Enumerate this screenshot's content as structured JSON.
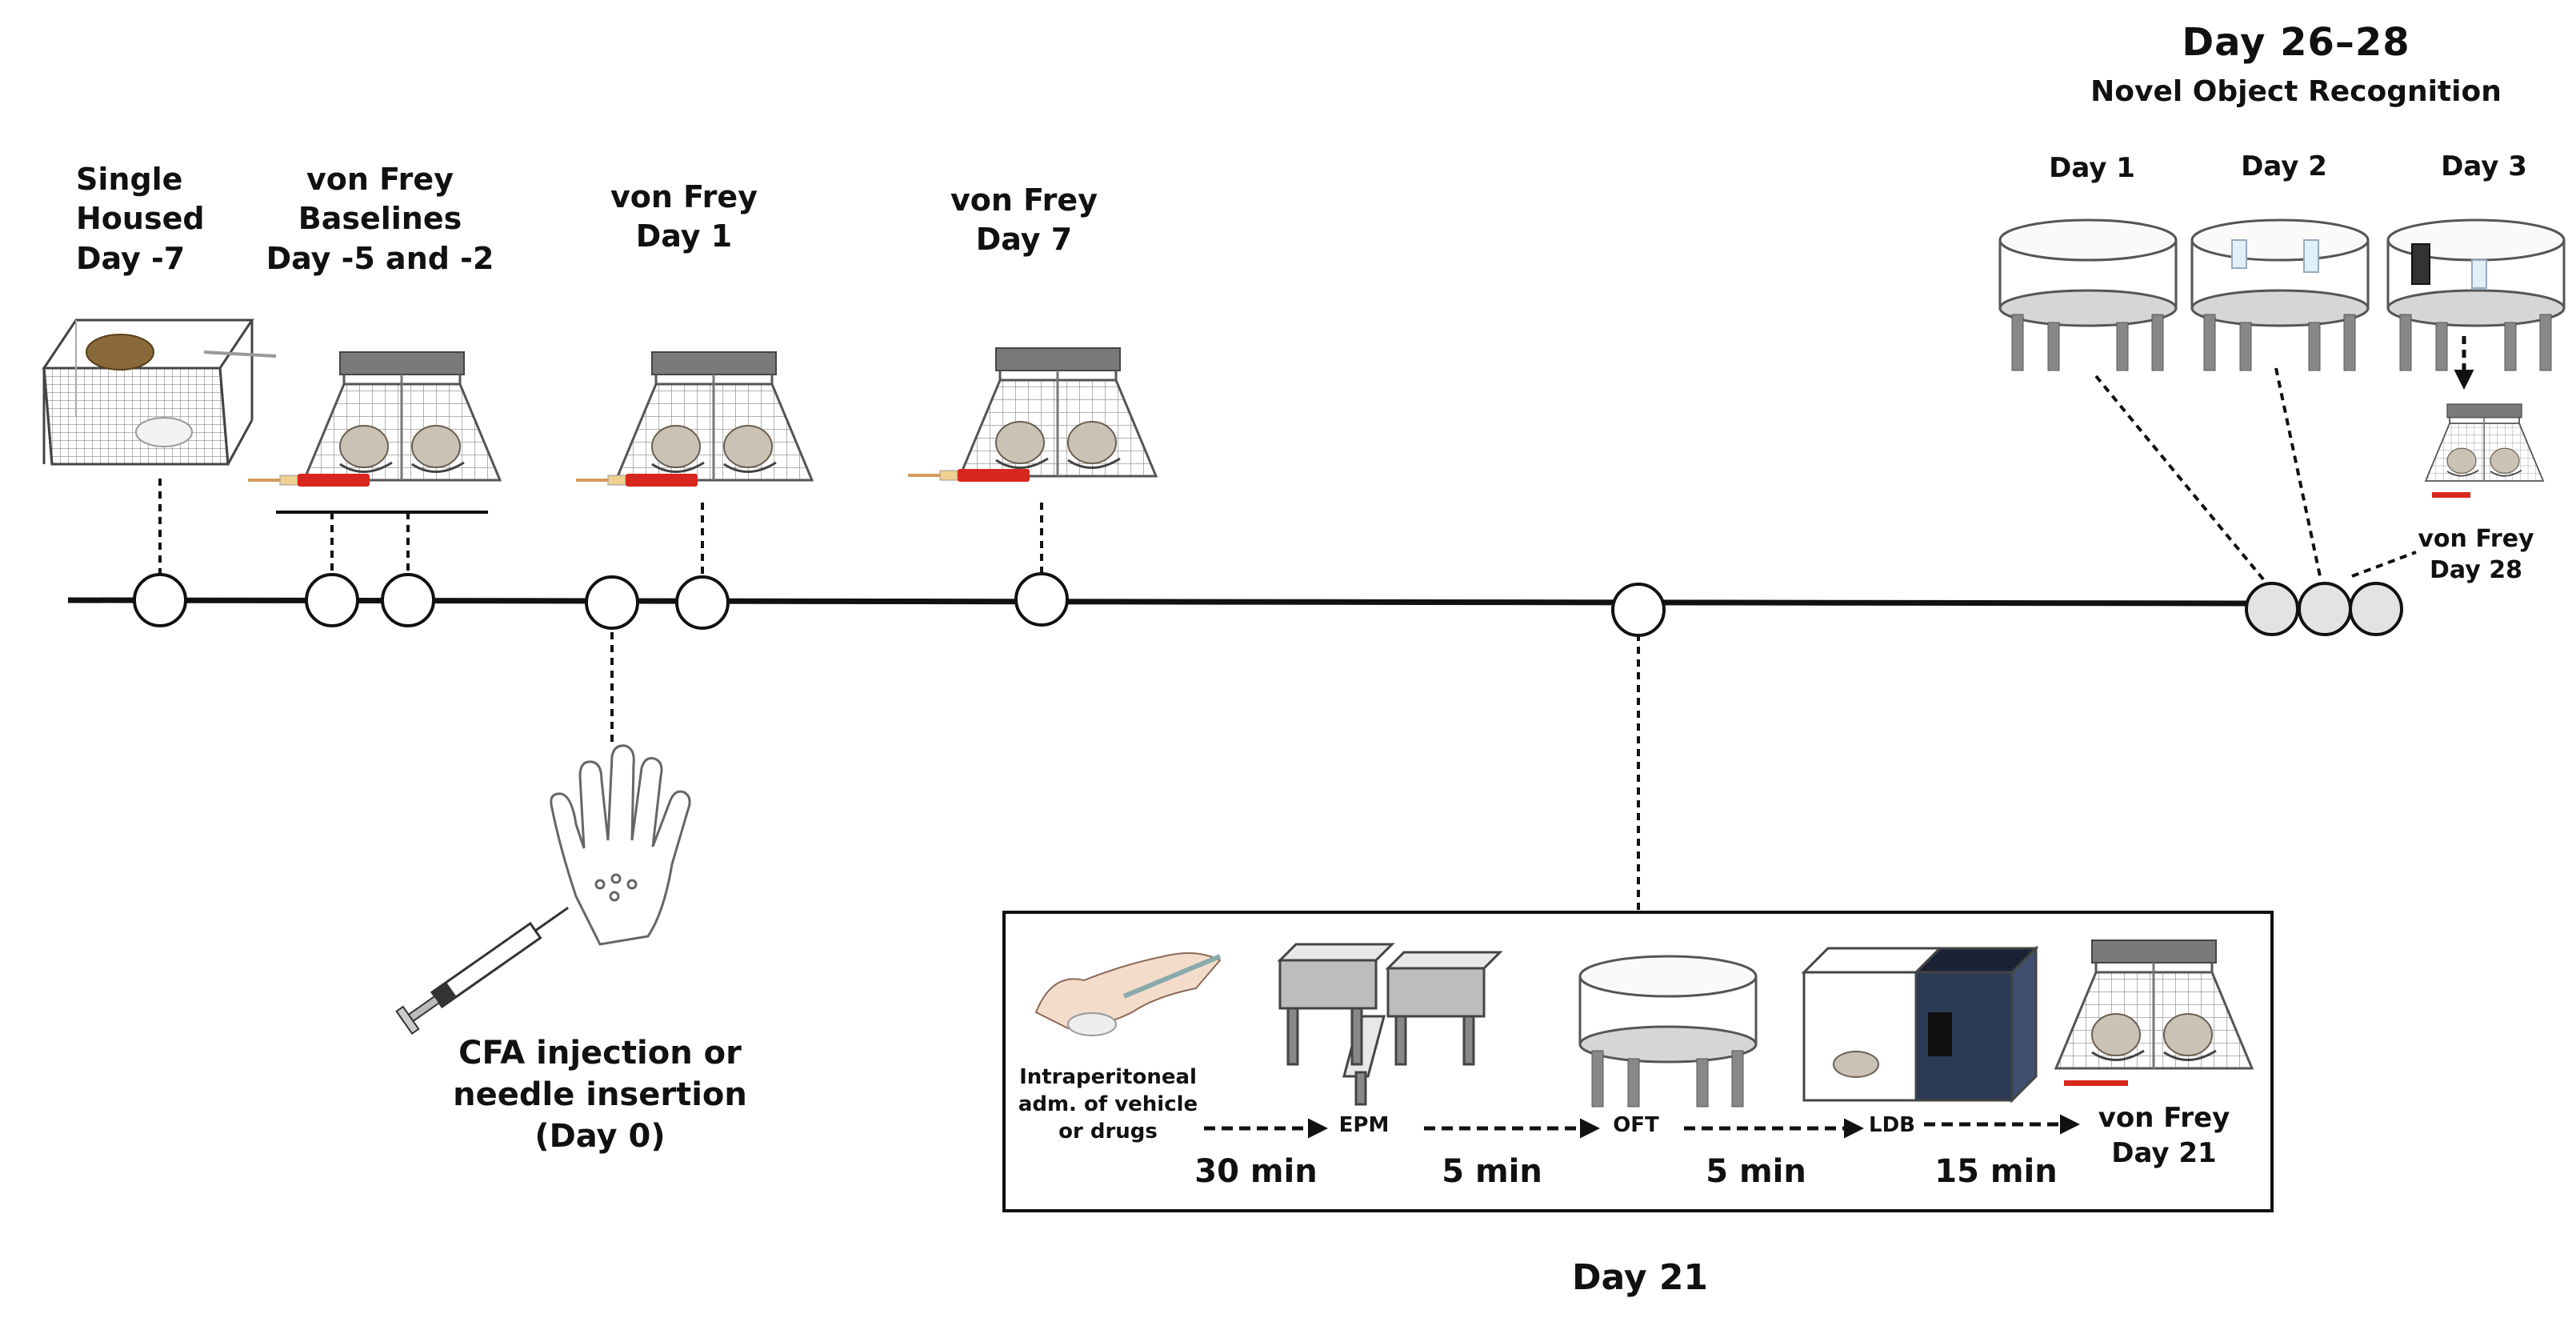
{
  "timeline": {
    "single_housed": [
      "Single",
      "Housed",
      "Day -7"
    ],
    "baselines": [
      "von Frey",
      "Baselines",
      "Day -5 and -2"
    ],
    "vf_day1": [
      "von Frey",
      "Day 1"
    ],
    "vf_day7": [
      "von Frey",
      "Day 7"
    ],
    "injection": [
      "CFA injection or",
      "needle insertion",
      "(Day 0)"
    ]
  },
  "nor": {
    "title": "Day  26–28",
    "subtitle": "Novel Object Recognition",
    "day1": "Day 1",
    "day2": "Day 2",
    "day3": "Day 3",
    "vf": [
      "von Frey",
      "Day 28"
    ]
  },
  "day21_box": {
    "ip_label": [
      "Intraperitoneal",
      "adm. of vehicle",
      "or drugs"
    ],
    "epm": "EPM",
    "oft": "OFT",
    "ldb": "LDB",
    "vf": [
      "von Frey",
      "Day 21"
    ],
    "t1": "30 min",
    "t2": "5 min",
    "t3": "5 min",
    "t4": "15 min",
    "caption": "Day 21"
  },
  "colors": {
    "line": "#111111",
    "node_filled": "#e3e3e3",
    "syringe_red": "#d8271c",
    "ldb_dark": "#2b3a55"
  }
}
